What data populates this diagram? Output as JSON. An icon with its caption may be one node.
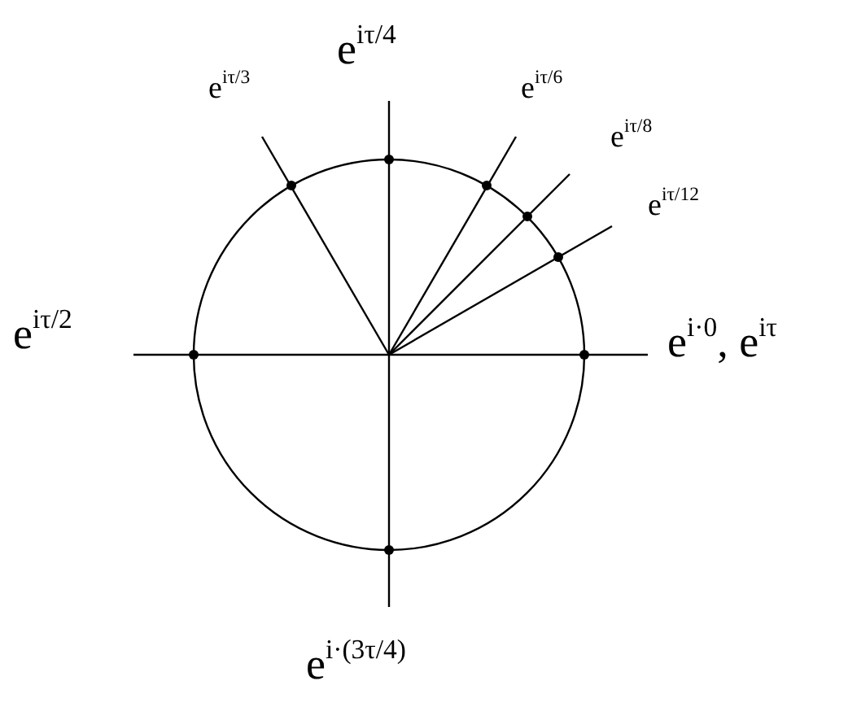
{
  "diagram": {
    "labels": [
      "e$^{iτ/4}$",
      "e$^{iτ/3}$",
      "e$^{iτ/6}$",
      "e$^{iτ/8}$",
      "e$^{iτ/12}$",
      "e$^{iτ/2}$",
      "e$^{i·0}$, e$^{iτ}$",
      "e$^{i·(3τ/4)}$"
    ]
  }
}
